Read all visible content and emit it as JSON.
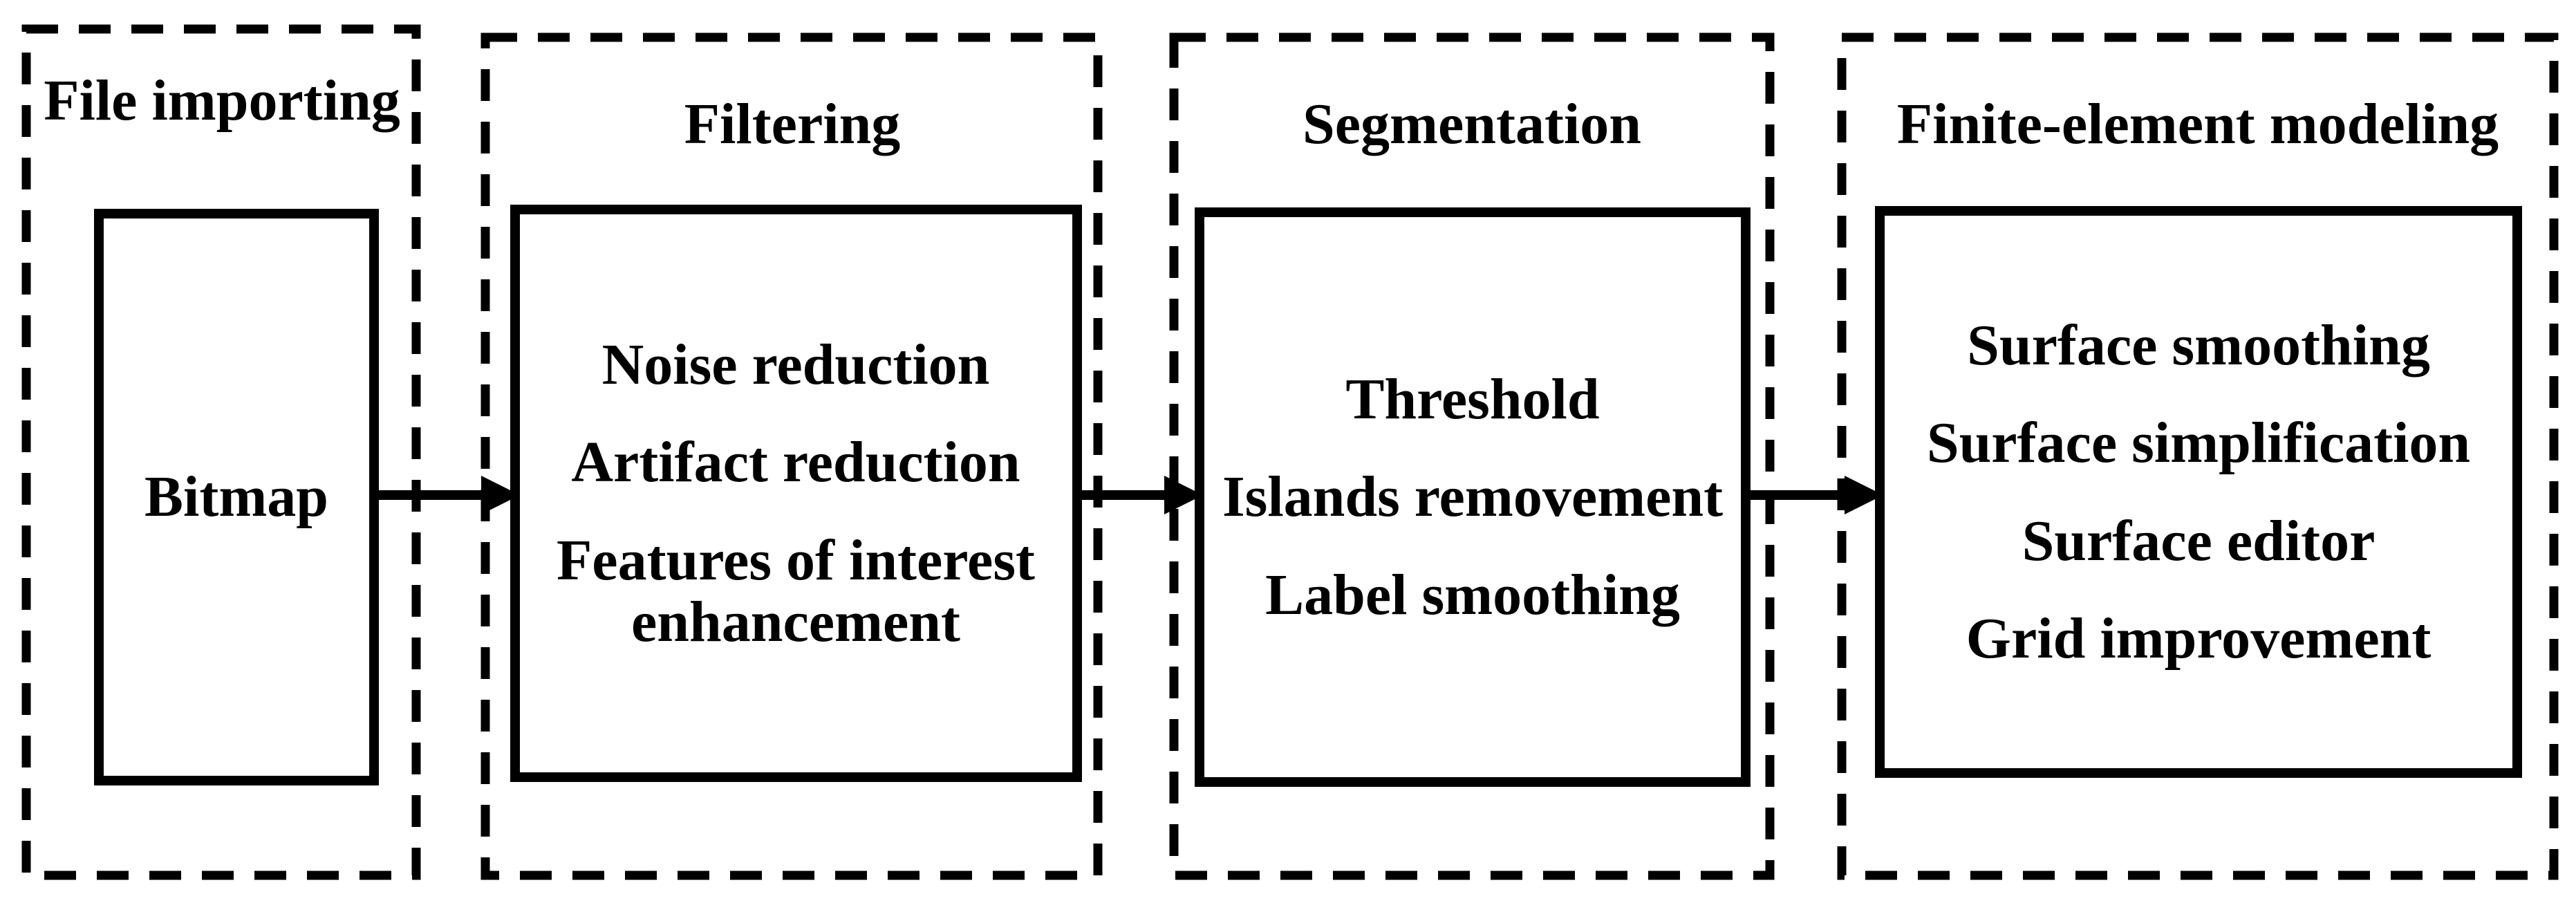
{
  "figure": {
    "background_color": "#ffffff",
    "ink_color": "#000000",
    "stages": [
      {
        "title": "File importing",
        "items": [
          "Bitmap"
        ]
      },
      {
        "title": "Filtering",
        "items": [
          "Noise reduction",
          "Artifact reduction",
          "Features of interest enhancement"
        ]
      },
      {
        "title": "Segmentation",
        "items": [
          "Threshold",
          "Islands removement",
          "Label smoothing"
        ]
      },
      {
        "title": "Finite-element modeling",
        "items": [
          "Surface smoothing",
          "Surface simplification",
          "Surface editor",
          "Grid improvement"
        ]
      }
    ],
    "connectors": [
      {
        "from": "File importing",
        "to": "Filtering"
      },
      {
        "from": "Filtering",
        "to": "Segmentation"
      },
      {
        "from": "Segmentation",
        "to": "Finite-element modeling"
      }
    ]
  }
}
